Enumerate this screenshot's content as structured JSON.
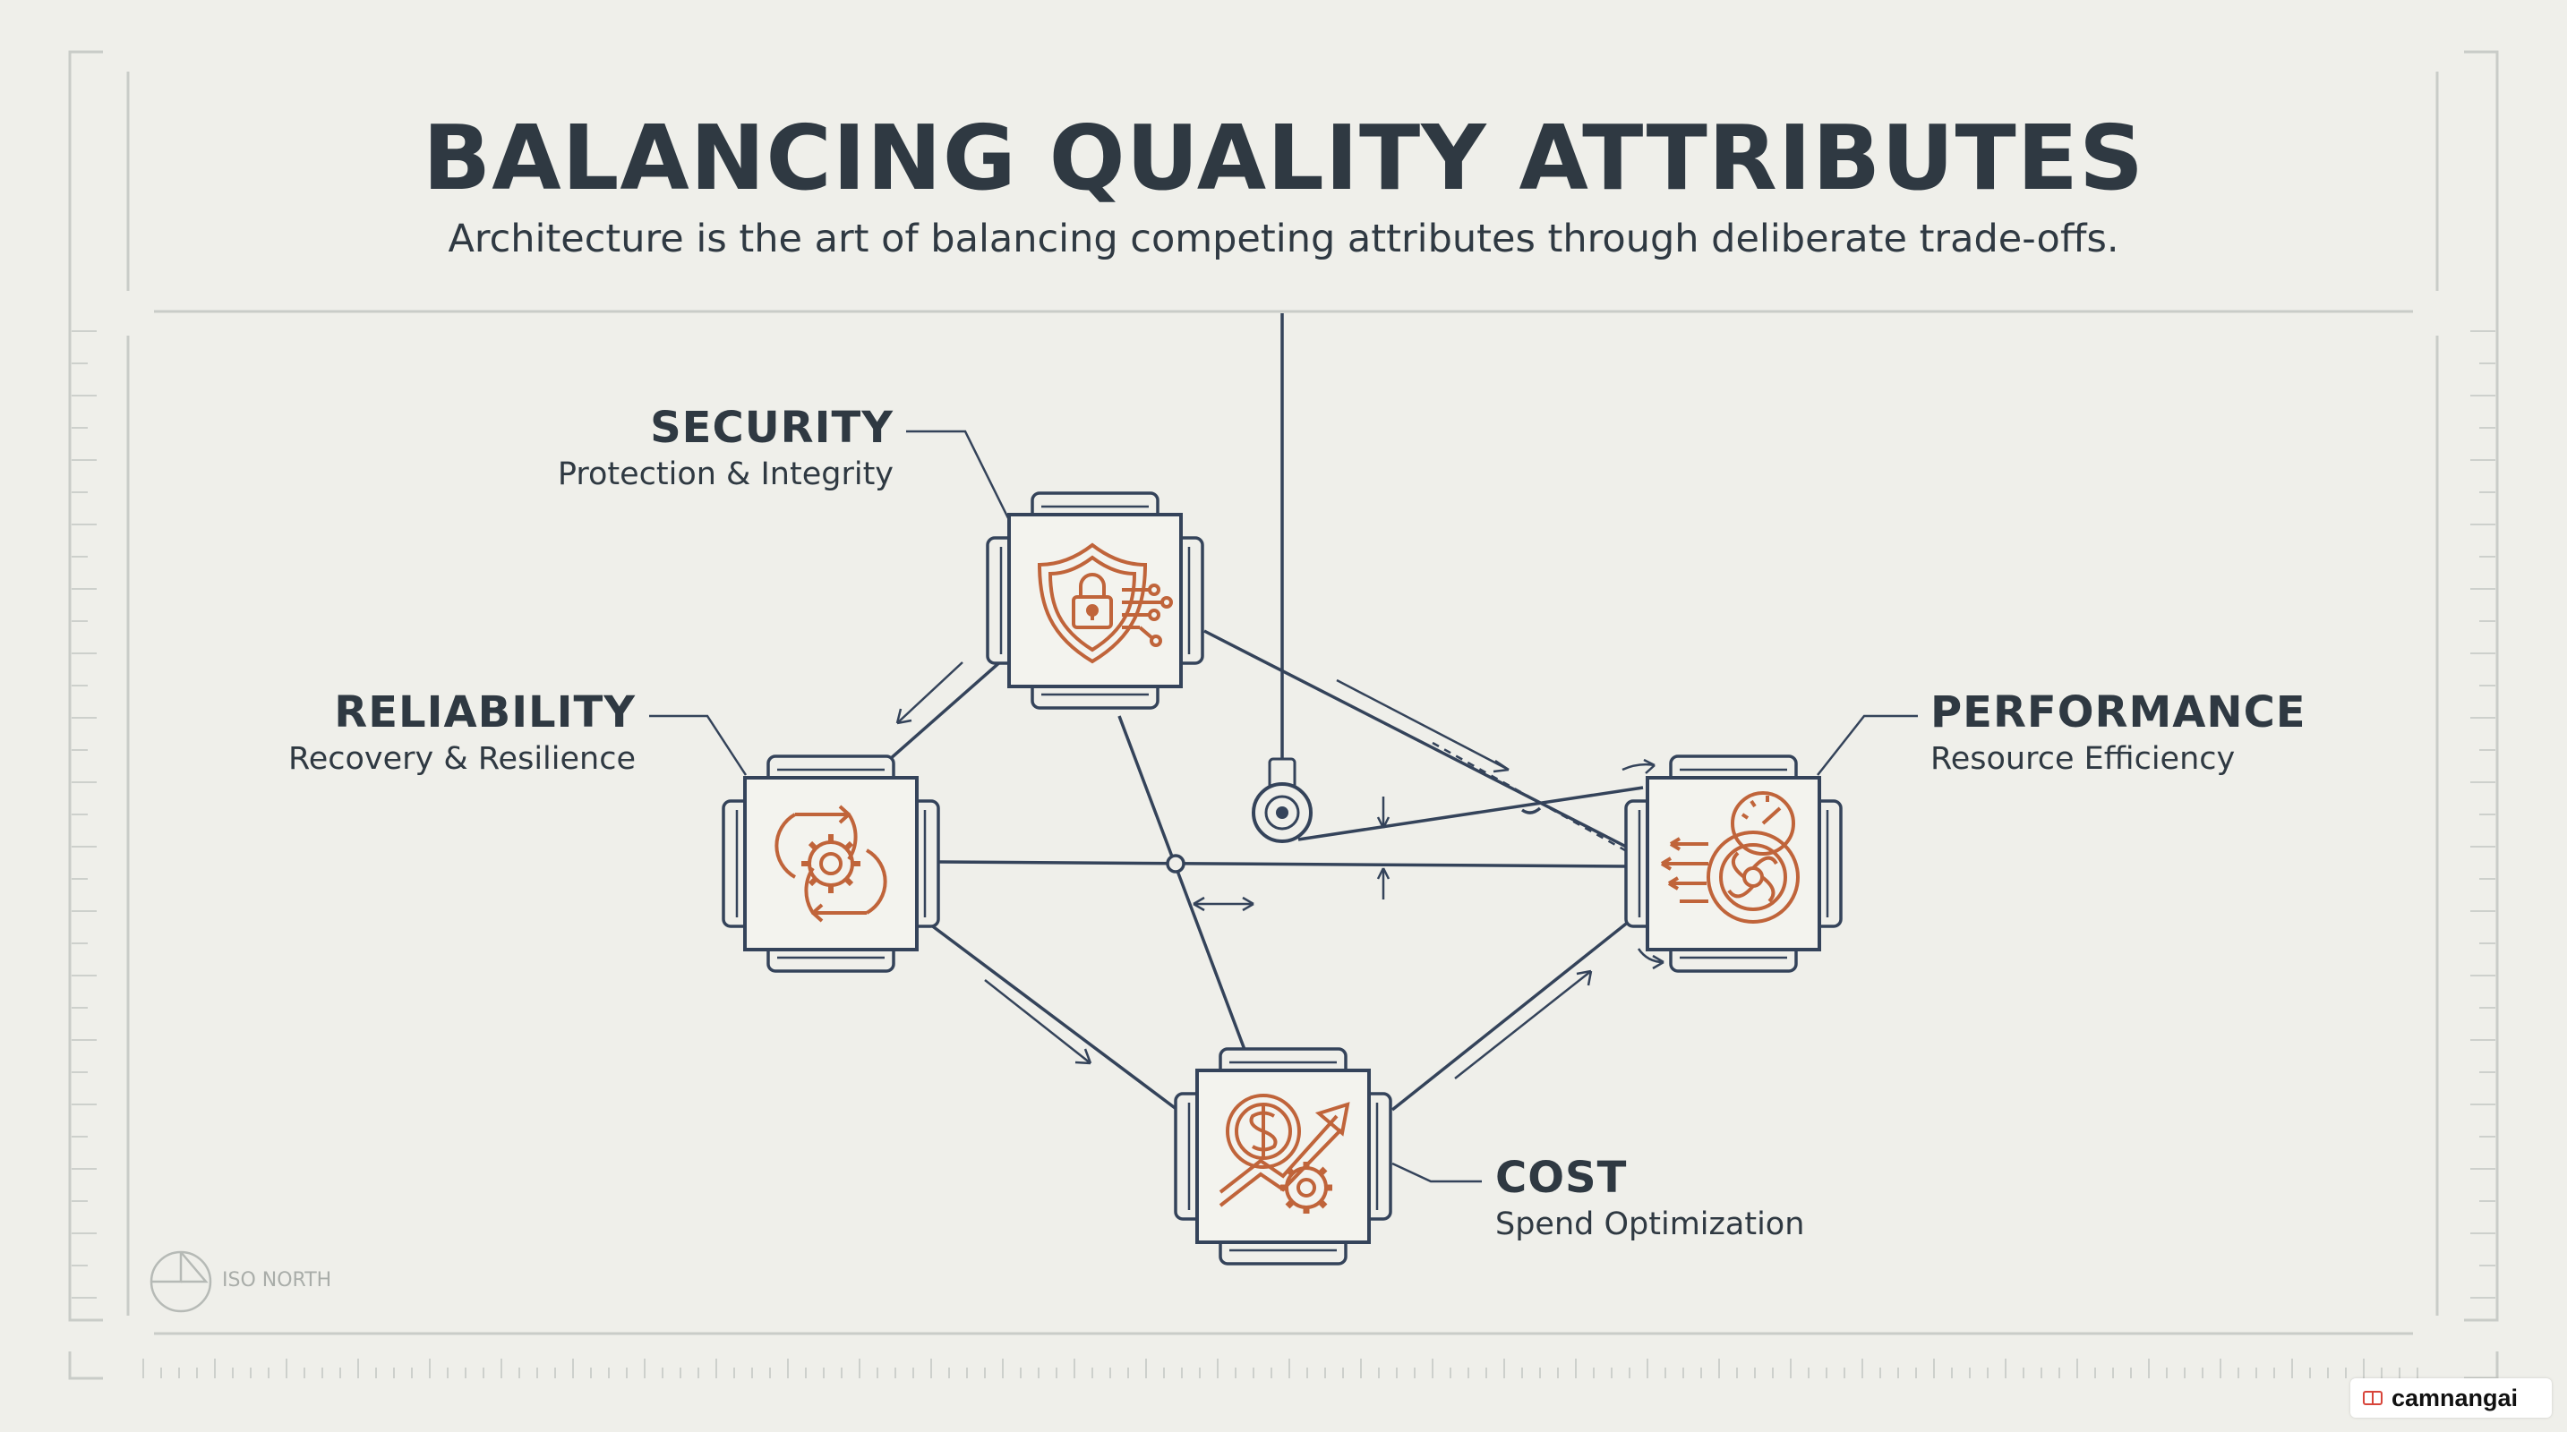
{
  "header": {
    "title": "BALANCING QUALITY ATTRIBUTES",
    "subtitle": "Architecture is the art of balancing competing attributes through deliberate trade-offs."
  },
  "nodes": {
    "security": {
      "name": "SECURITY",
      "description": "Protection & Integrity",
      "icon": "shield-lock-icon"
    },
    "reliability": {
      "name": "RELIABILITY",
      "description": "Recovery & Resilience",
      "icon": "gear-cycle-icon"
    },
    "performance": {
      "name": "PERFORMANCE",
      "description": "Resource Efficiency",
      "icon": "turbine-gauge-icon"
    },
    "cost": {
      "name": "COST",
      "description": "Spend Optimization",
      "icon": "dollar-growth-icon"
    }
  },
  "footer": {
    "brand": "ISO NORTH",
    "watermark": "camnangai"
  },
  "colors": {
    "background": "#efefea",
    "ink": "#2f3942",
    "line": "#34435a",
    "accent": "#c0643a",
    "ruler": "#c9ccc8"
  }
}
